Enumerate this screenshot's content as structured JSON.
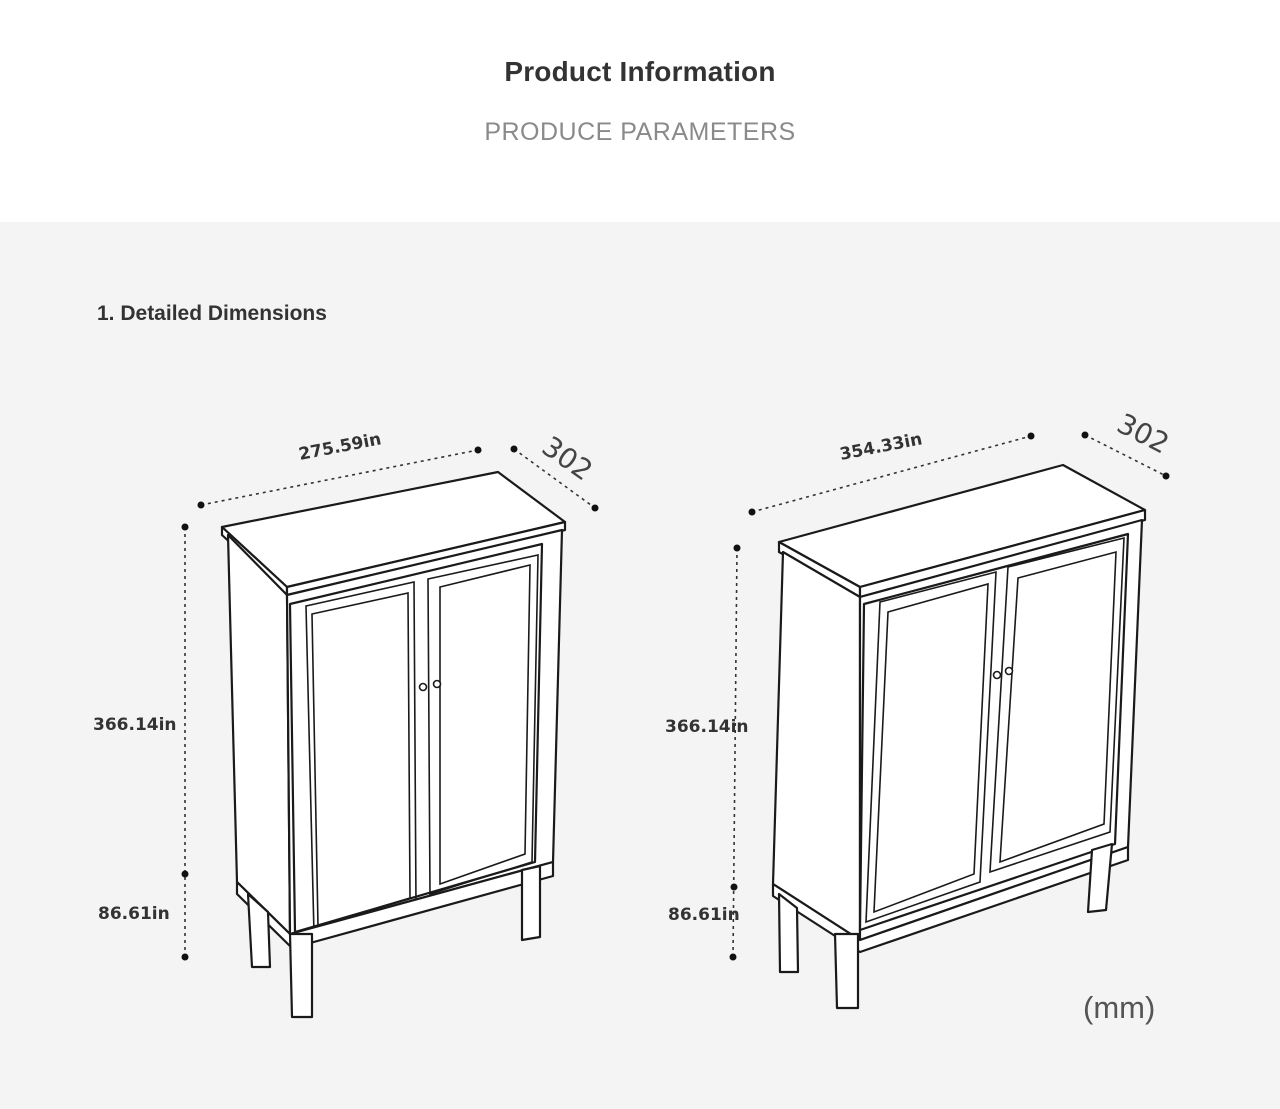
{
  "header": {
    "title": "Product Information",
    "subtitle": "PRODUCE PARAMETERS"
  },
  "section": {
    "title": "1. Detailed Dimensions"
  },
  "left_cabinet": {
    "width_label": "275.59in",
    "depth_label": "302",
    "height_label": "366.14in",
    "leg_label": "86.61in"
  },
  "right_cabinet": {
    "width_label": "354.33in",
    "depth_label": "302",
    "height_label": "366.14in",
    "leg_label": "86.61in"
  },
  "unit_label": "(mm)"
}
